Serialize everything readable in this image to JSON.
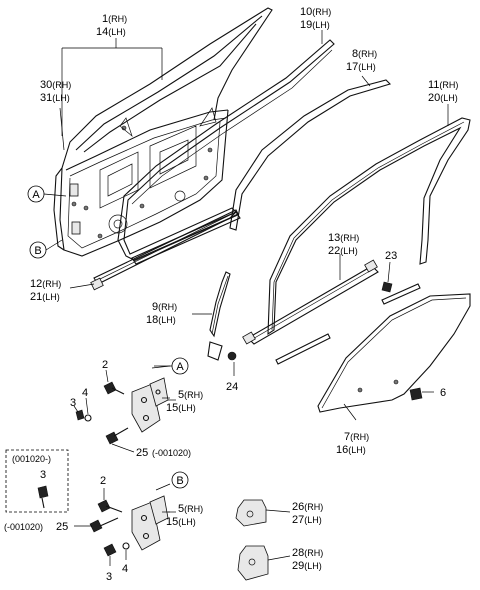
{
  "parts": {
    "p1": {
      "num": "1",
      "side": "(RH)"
    },
    "p14": {
      "num": "14",
      "side": "(LH)"
    },
    "p30": {
      "num": "30",
      "side": "(RH)"
    },
    "p31": {
      "num": "31",
      "side": "(LH)"
    },
    "p10": {
      "num": "10",
      "side": "(RH)"
    },
    "p19": {
      "num": "19",
      "side": "(LH)"
    },
    "p8": {
      "num": "8",
      "side": "(RH)"
    },
    "p17": {
      "num": "17",
      "side": "(LH)"
    },
    "p11": {
      "num": "11",
      "side": "(RH)"
    },
    "p20": {
      "num": "20",
      "side": "(LH)"
    },
    "p12": {
      "num": "12",
      "side": "(RH)"
    },
    "p21": {
      "num": "21",
      "side": "(LH)"
    },
    "p13": {
      "num": "13",
      "side": "(RH)"
    },
    "p22": {
      "num": "22",
      "side": "(LH)"
    },
    "p23": {
      "num": "23"
    },
    "p9": {
      "num": "9",
      "side": "(RH)"
    },
    "p18": {
      "num": "18",
      "side": "(LH)"
    },
    "p24": {
      "num": "24"
    },
    "p6": {
      "num": "6"
    },
    "p7": {
      "num": "7",
      "side": "(RH)"
    },
    "p16": {
      "num": "16",
      "side": "(LH)"
    },
    "hingeA": {
      "p2": "2",
      "p4": "4",
      "p3": "3",
      "p5": {
        "num": "5",
        "side": "(RH)"
      },
      "p15": {
        "num": "15",
        "side": "(LH)"
      },
      "p25": "25",
      "p25_note": "(-001020)"
    },
    "dashed_box": {
      "date": "(001020-)",
      "num": "3"
    },
    "hingeB": {
      "p2": "2",
      "p5": {
        "num": "5",
        "side": "(RH)"
      },
      "p15": {
        "num": "15",
        "side": "(LH)"
      },
      "p25_note": "(-001020)",
      "p25": "25",
      "p4": "4",
      "p3": "3"
    },
    "p26": {
      "num": "26",
      "side": "(RH)"
    },
    "p27": {
      "num": "27",
      "side": "(LH)"
    },
    "p28": {
      "num": "28",
      "side": "(RH)"
    },
    "p29": {
      "num": "29",
      "side": "(LH)"
    }
  },
  "callouts": {
    "a_left": "A",
    "b_left": "B",
    "a_hinge": "A",
    "b_hinge": "B"
  }
}
